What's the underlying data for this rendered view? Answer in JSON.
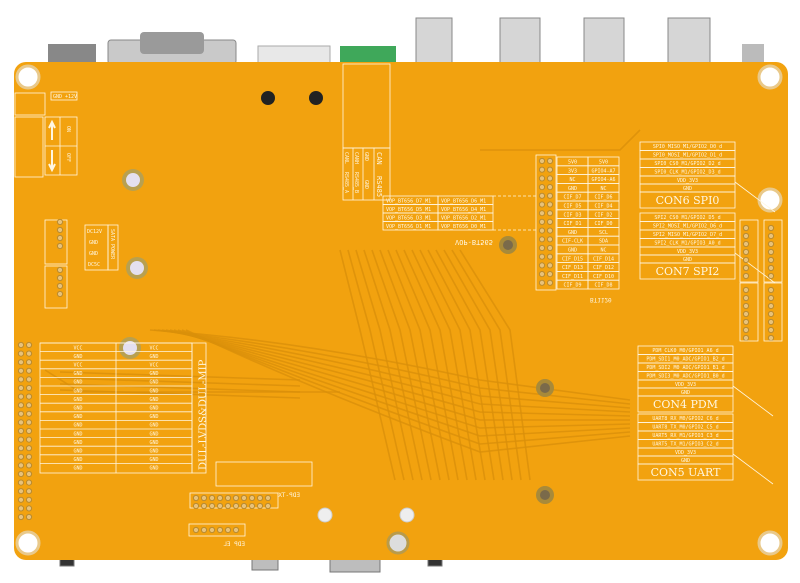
{
  "colors": {
    "board": "#f2a20f",
    "silkscreen": "#fff6e0",
    "trace": "#d9900a",
    "metal": "#c8c8c8"
  },
  "power_switch": {
    "on": "ON",
    "off": "OFF",
    "jack_labels": [
      "GND",
      "+12V"
    ]
  },
  "sata_power": {
    "title": "SATA POWER",
    "pins": [
      "DC12V",
      "GND",
      "GND",
      "DC5C"
    ]
  },
  "can_rs485": {
    "title_can": "CAN",
    "title_rs485": "RS485",
    "pins": [
      "CANL",
      "CANH",
      "GND",
      "RS485_B",
      "RS485_A",
      "GND"
    ]
  },
  "vop": {
    "title": "VOP-BT565",
    "rows": [
      [
        "VOP_BT656_D7_M1",
        "VOP_BT656_D6_M1"
      ],
      [
        "VOP_BT656_D5_M1",
        "VOP_BT656_D4_M1"
      ],
      [
        "VOP_BT656_D3_M1",
        "VOP_BT656_D2_M1"
      ],
      [
        "VOP_BT656_D1_M1",
        "VOP_BT656_D0_M1"
      ]
    ]
  },
  "cif": {
    "title": "BT1120",
    "rows": [
      [
        "5V0",
        "5V0"
      ],
      [
        "3V3",
        "GPIO4-A7"
      ],
      [
        "NC",
        "GPIO4-A6"
      ],
      [
        "GND",
        "NC"
      ],
      [
        "CIF_D7",
        "CIF_D6"
      ],
      [
        "CIF_D5",
        "CIF_D4"
      ],
      [
        "CIF_D3",
        "CIF_D2"
      ],
      [
        "CIF_D1",
        "CIF_D0"
      ],
      [
        "GND",
        "SCL"
      ],
      [
        "CIF-CLK",
        "SDA"
      ],
      [
        "GND",
        "NC"
      ],
      [
        "CIF_D15",
        "CIF_D14"
      ],
      [
        "CIF_D13",
        "CIF_D12"
      ],
      [
        "CIF_D11",
        "CIF_D10"
      ],
      [
        "CIF_D9",
        "CIF_D8"
      ]
    ]
  },
  "connectors": [
    {
      "title": "CON6 SPI0",
      "pins": [
        "SPI0_MISO_M1/GPIO2_D0_d",
        "SPI0_MOSI_M1/GPIO2_D1_d",
        "SPI0_CS0_M1/GPIO2_D2_d",
        "SPI0_CLK_M1/GPIO2_D3_d",
        "VDD_3V3",
        "GND"
      ]
    },
    {
      "title": "CON7 SPI2",
      "pins": [
        "SPI2_CS0_M1/GPIO2_D5_d",
        "SPI2_MOSI_M1/GPIO2_D6_d",
        "SPI2_MISO_M1/GPIO2_D7_d",
        "SPI2_CLK_M1/GPIO3_A0_d",
        "VDD_3V3",
        "GND"
      ]
    },
    {
      "title": "CON4 PDM",
      "pins": [
        "PDM_CLK0_M0/GPIO1_A6_d",
        "PDM_SDI1_M0_ADC/GPIO1_B2_d",
        "PDM_SDI2_M0_ADC/GPIO1_B1_d",
        "PDM_SDI3_M0_ADC/GPIO1_B0_d",
        "VDD_3V3",
        "GND"
      ]
    },
    {
      "title": "CON5 UART",
      "pins": [
        "UART8_RX_M0/GPIO2_C6_d",
        "UART8_TX_M0/GPIO2_C5_d",
        "UART5_RX_M1/GPIO3_C3_d",
        "UART5_TX_M1/GPIO3_C2_d",
        "VDD_3V3",
        "GND"
      ]
    }
  ],
  "lvds": {
    "title": "DUL-LVDS&DUL-MIP",
    "rows_left": [
      "VCC",
      "GND",
      "VCC",
      "GND",
      "GND",
      "GND",
      "GND",
      "GND",
      "GND",
      "GND",
      "GND",
      "GND",
      "GND",
      "GND",
      "GND"
    ]
  },
  "edp": {
    "tx": "EDP-TX",
    "el": "EDP EL"
  }
}
